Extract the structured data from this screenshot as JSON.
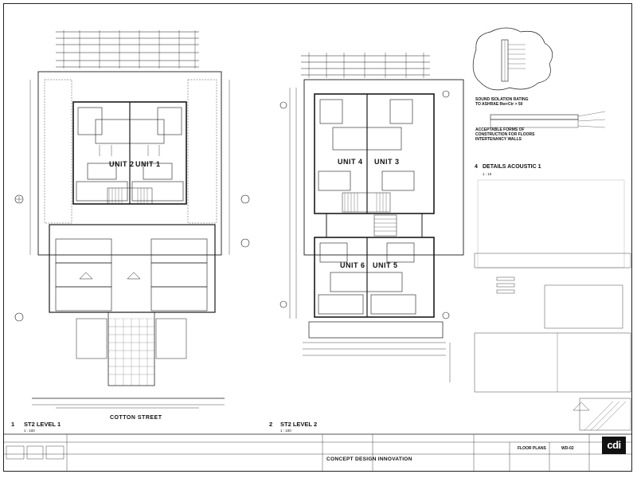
{
  "units": {
    "level1_left": "UNIT 2",
    "level1_right": "UNIT 1",
    "level2_top_left": "UNIT 4",
    "level2_top_right": "UNIT 3",
    "level2_bottom_left": "UNIT 6",
    "level2_bottom_right": "UNIT 5"
  },
  "views": {
    "level1_number": "1",
    "level1_title": "ST2 LEVEL 1",
    "level1_scale": "1 : 100",
    "level2_number": "2",
    "level2_title": "ST2 LEVEL 2",
    "level2_scale": "1 : 100"
  },
  "street_name": "COTTON STREET",
  "acoustic_detail": {
    "sound_isolation_line1": "SOUND ISOLATION RATING",
    "sound_isolation_line2": "TO ASHRAE Rw+Ctr > 50",
    "acceptable_line1": "ACCEPTABLE FORMS OF",
    "acceptable_line2": "CONSTRUCTION FOR FLOORS",
    "acceptable_line3": "INTERTENANCY WALLS",
    "detail_number": "4",
    "detail_title": "DETAILS ACOUSTIC 1",
    "detail_scale": "1 : 10"
  },
  "title_block": {
    "company": "CONCEPT DESIGN INNOVATION",
    "drawing_title": "FLOOR PLANS",
    "drawing_number": "WD-02",
    "logo": "cdi"
  }
}
